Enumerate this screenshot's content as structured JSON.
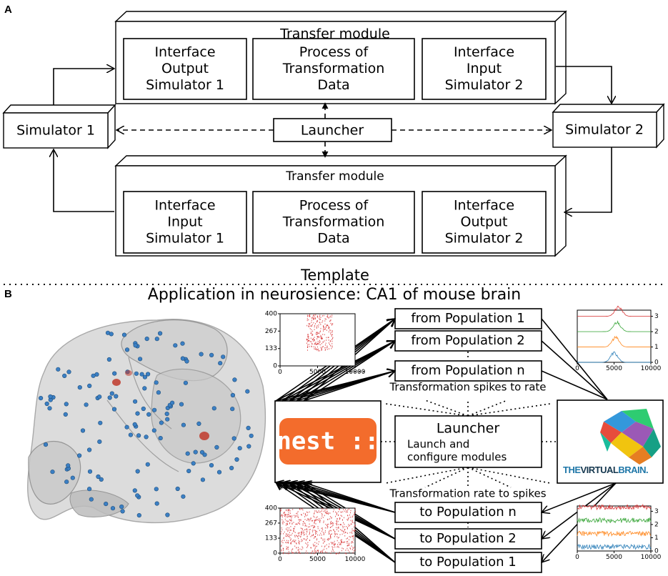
{
  "panel_a": {
    "letter": "A",
    "top_module": {
      "title": "Transfer module",
      "boxes": [
        [
          "Interface",
          "Output",
          "Simulator 1"
        ],
        [
          "Process of",
          "Transformation",
          "Data"
        ],
        [
          "Interface",
          "Input",
          "Simulator 2"
        ]
      ]
    },
    "bottom_module": {
      "title": "Transfer module",
      "boxes": [
        [
          "Interface",
          "Input",
          "Simulator 1"
        ],
        [
          "Process of",
          "Transformation",
          "Data"
        ],
        [
          "Interface",
          "Output",
          "Simulator 2"
        ]
      ]
    },
    "simulator1": "Simulator 1",
    "simulator2": "Simulator 2",
    "launcher": "Launcher",
    "caption": "Template"
  },
  "panel_b": {
    "letter": "B",
    "title": "Application in neurosience: CA1 of mouse brain",
    "from_boxes": [
      "from Population 1",
      "from Population 2",
      "from Population n"
    ],
    "to_boxes": [
      "to Population n",
      "to Population 2",
      "to Population 1"
    ],
    "spikes_to_rate": "Transformation spikes to rate",
    "rate_to_spikes": "Transformation rate to spikes",
    "launcher_title": "Launcher",
    "launcher_sub": [
      "Launch and",
      "configure modules"
    ],
    "nest_logo": "nest ::",
    "tvb_logo_a": "THE",
    "tvb_logo_b": "VIRTUAL",
    "tvb_logo_c": "BRAIN."
  },
  "colors": {
    "nest_orange": "#f36c2c",
    "tvb_blue": "#1f77a8",
    "raster_red": "#d62728",
    "brain_dot": "#3b7fc4",
    "brain_red": "#c0392b"
  },
  "chart_data": [
    {
      "type": "scatter",
      "name": "raster-top-left",
      "yticks": [
        "400",
        "267",
        "133",
        "0"
      ],
      "xticks": [
        "0",
        "5000",
        "10000"
      ],
      "xlim": [
        0,
        10000
      ],
      "ylim": [
        0,
        400
      ]
    },
    {
      "type": "line",
      "name": "rates-top-right",
      "yticks": [
        "3",
        "2",
        "1",
        "0"
      ],
      "xticks": [
        "0",
        "5000",
        "10000"
      ],
      "xlim": [
        0,
        10000
      ],
      "ylim": [
        0,
        3.4
      ],
      "series_colors": [
        "#1f77b4",
        "#ff7f0e",
        "#2ca02c",
        "#d62728"
      ]
    },
    {
      "type": "scatter",
      "name": "raster-bottom-left",
      "yticks": [
        "400",
        "267",
        "133",
        "0"
      ],
      "xticks": [
        "0",
        "5000",
        "10000"
      ],
      "xlim": [
        0,
        10000
      ],
      "ylim": [
        0,
        400
      ]
    },
    {
      "type": "line",
      "name": "rates-bottom-right",
      "yticks": [
        "3",
        "2",
        "1",
        "0"
      ],
      "xticks": [
        "0",
        "5000",
        "10000"
      ],
      "xlim": [
        0,
        10000
      ],
      "ylim": [
        0,
        3.4
      ],
      "series_colors": [
        "#1f77b4",
        "#ff7f0e",
        "#2ca02c",
        "#d62728"
      ]
    }
  ]
}
